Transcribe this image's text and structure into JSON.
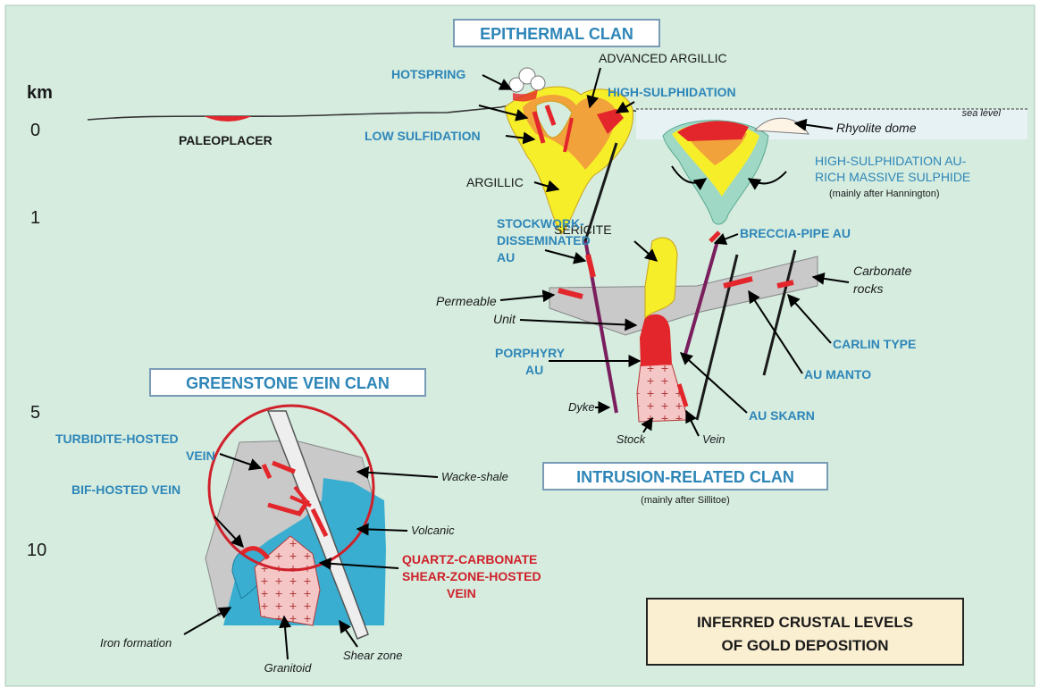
{
  "scale": {
    "unit": "km",
    "ticks": [
      "0",
      "1",
      "5",
      "10"
    ]
  },
  "clans": {
    "epithermal": "EPITHERMAL CLAN",
    "greenstone": "GREENSTONE VEIN CLAN",
    "intrusion": "INTRUSION-RELATED CLAN",
    "intrusion_note": "(mainly after Sillitoe)"
  },
  "labels": {
    "paleoplacer": "PALEOPLACER",
    "hotspring": "HOTSPRING",
    "advanced_argillic": "ADVANCED ARGILLIC",
    "high_sulphidation": "HIGH-SULPHIDATION",
    "low_sulfidation": "LOW SULFIDATION",
    "argillic": "ARGILLIC",
    "sericite": "SERICITE",
    "sea_level": "sea level",
    "rhyolite_dome": "Rhyolite dome",
    "hs_massive_l1": "HIGH-SULPHIDATION AU-",
    "hs_massive_l2": "RICH MASSIVE SULPHIDE",
    "hs_massive_note": "(mainly after Hannington)",
    "stockwork_l1": "STOCKWORK-",
    "stockwork_l2": "DISSEMINATED",
    "stockwork_l3": "AU",
    "breccia_pipe": "BRECCIA-PIPE AU",
    "carbonate_l1": "Carbonate",
    "carbonate_l2": "rocks",
    "permeable_l1": "Permeable",
    "permeable_l2": "Unit",
    "porphyry_l1": "PORPHYRY",
    "porphyry_l2": "AU",
    "carlin": "CARLIN TYPE",
    "au_manto": "AU MANTO",
    "au_skarn": "AU SKARN",
    "dyke": "Dyke",
    "stock": "Stock",
    "vein": "Vein",
    "turbidite_l1": "TURBIDITE-HOSTED",
    "turbidite_l2": "VEIN",
    "bif": "BIF-HOSTED VEIN",
    "wacke_shale": "Wacke-shale",
    "volcanic": "Volcanic",
    "qc_l1": "QUARTZ-CARBONATE",
    "qc_l2": "SHEAR-ZONE-HOSTED",
    "qc_l3": "VEIN",
    "iron_formation": "Iron formation",
    "granitoid": "Granitoid",
    "shear_zone": "Shear zone"
  },
  "title": {
    "line1": "INFERRED CRUSTAL LEVELS",
    "line2": "OF GOLD DEPOSITION"
  },
  "colors": {
    "background": "#d5ecdf",
    "label_blue": "#2e86b8",
    "label_red": "#d0202a",
    "yellow_alteration": "#f7ee2a",
    "orange_alteration": "#f2a23a",
    "red_ore": "#e3262b",
    "granite_pink": "#f4c6c6",
    "carbonate_gray": "#c9c9c9",
    "volcanic_cyan": "#3aaed0",
    "title_fill": "#fbefd2"
  }
}
